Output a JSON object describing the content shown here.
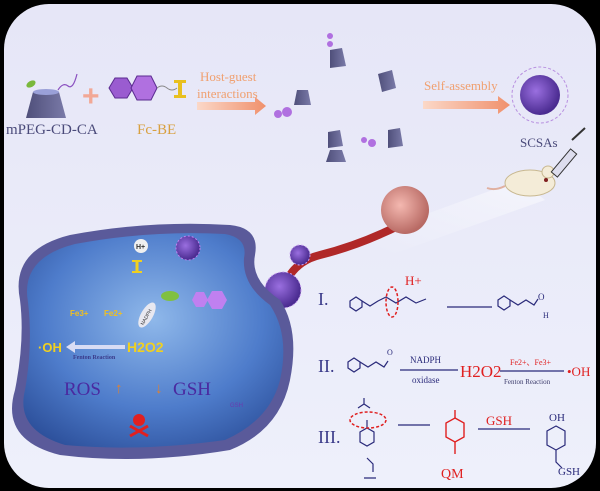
{
  "synthesis": {
    "component1": "mPEG-CD-CA",
    "component2": "Fc-BE",
    "plus": "+",
    "step1_line1": "Host-guest",
    "step1_line2": "interactions",
    "step2": "Self-assembly",
    "product": "SCSAs"
  },
  "cell": {
    "h_plus": "H+",
    "nadph": "NADPH",
    "fe3": "Fe3+",
    "fe2": "Fe2+",
    "oh": "·OH",
    "h2o2": "H2O2",
    "fenton": "Fenton Reaction",
    "ros": "ROS",
    "gsh": "GSH",
    "ros_arrow": "↑",
    "gsh_arrow": "↓",
    "product_gsh": "GSH"
  },
  "mechanisms": {
    "I": {
      "label": "I.",
      "trigger": "H+",
      "aldehyde_o": "O",
      "aldehyde_h": "H"
    },
    "II": {
      "label": "II.",
      "enzyme_top": "NADPH",
      "enzyme_bottom": "oxidase",
      "h2o2": "H2O2",
      "fe_ions": "Fe2+、Fe3+",
      "fenton": "Fenton Reaction",
      "oh": "•OH"
    },
    "III": {
      "label": "III.",
      "qm": "QM",
      "gsh": "GSH",
      "oh": "OH",
      "product_gsh": "GSH"
    }
  },
  "colors": {
    "panel": "#e9e9f8",
    "accent_purple": "#5b3a9a",
    "accent_red": "#e0201c",
    "arrow_orange": "#f0a080",
    "cell_blue": "#3c6fc0"
  }
}
